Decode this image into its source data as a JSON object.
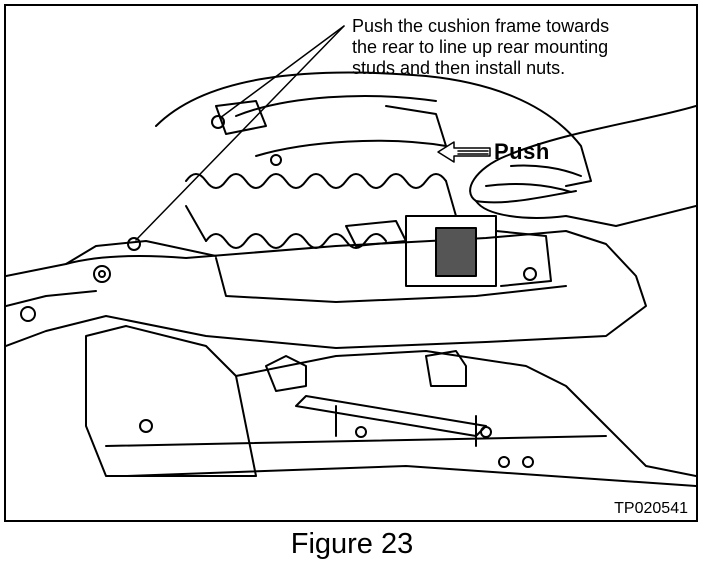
{
  "callout": {
    "lines": [
      "Push the cushion frame towards",
      "the rear to line up rear mounting",
      "studs and then install nuts."
    ]
  },
  "push_label": "Push",
  "figure_code": "TP020541",
  "caption": "Figure 23"
}
